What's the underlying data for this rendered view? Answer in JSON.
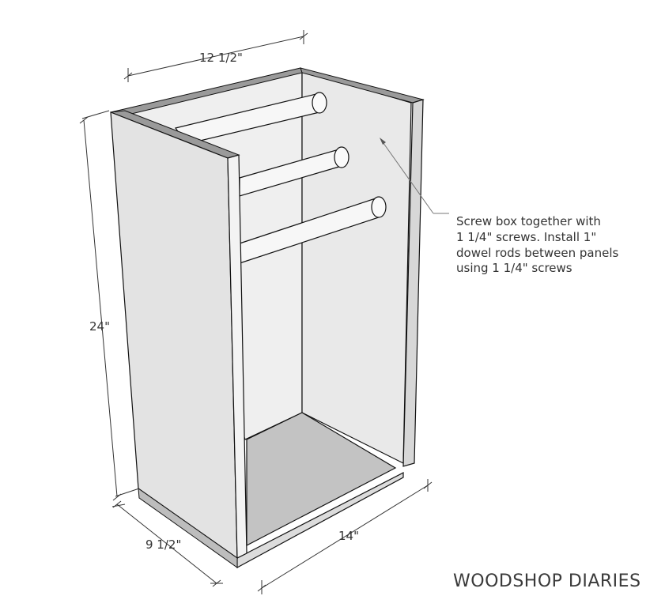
{
  "dimensions": {
    "width_top": "12 1/2\"",
    "height": "24\"",
    "depth": "9 1/2\"",
    "width_bottom": "14\""
  },
  "note": {
    "lines": [
      "Screw box together with",
      "1 1/4\" screws.  Install 1\"",
      "dowel rods between panels",
      "using 1 1/4\" screws"
    ]
  },
  "brand": "WOODSHOP DIARIES"
}
